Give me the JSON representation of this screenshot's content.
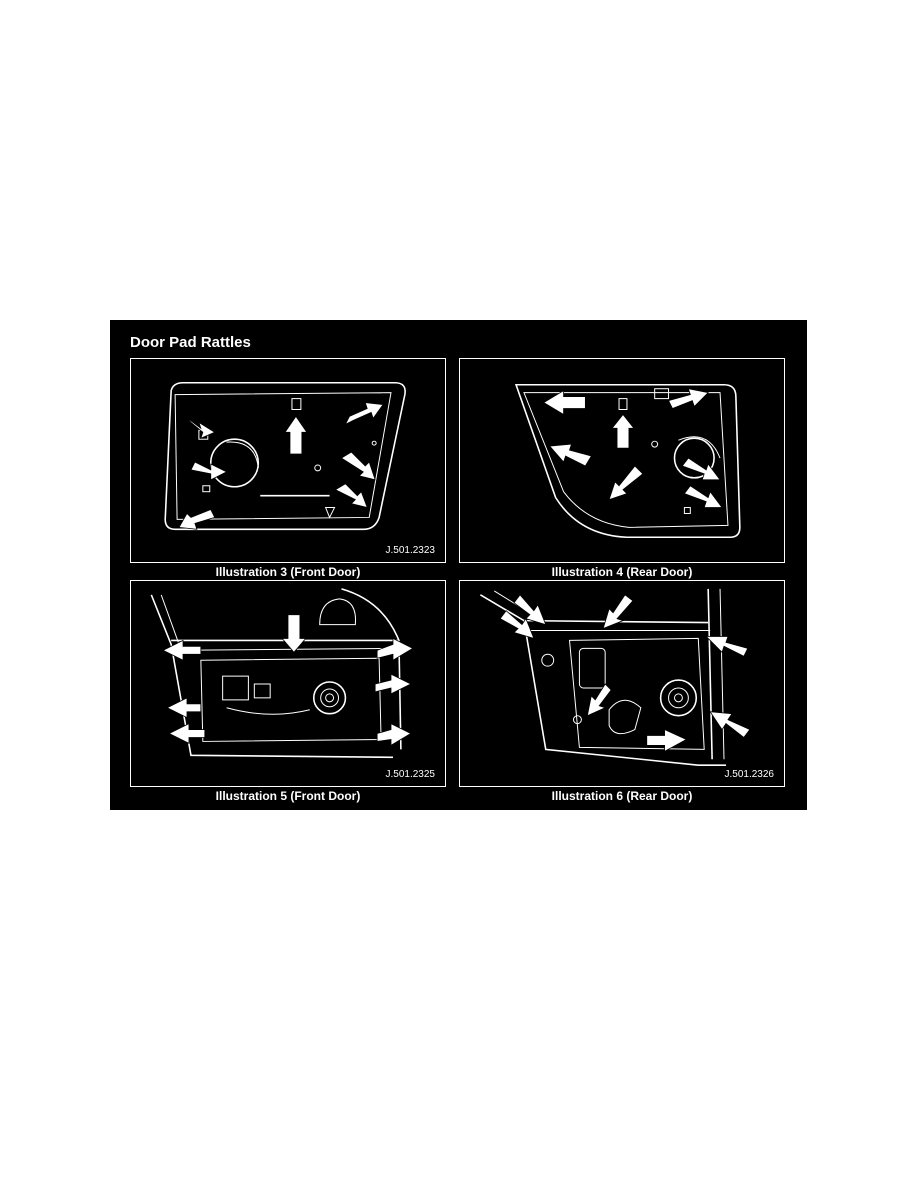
{
  "figure": {
    "title": "Door Pad Rattles",
    "panels": [
      {
        "code": "J.501.2323",
        "caption": "Illustration 3 (Front Door)"
      },
      {
        "code": "",
        "caption": "Illustration 4 (Rear Door)"
      },
      {
        "code": "J.501.2325",
        "caption": "Illustration 5 (Front Door)"
      },
      {
        "code": "J.501.2326",
        "caption": "Illustration 6 (Rear Door)"
      }
    ]
  },
  "colors": {
    "background": "#000000",
    "line": "#ffffff",
    "page": "#ffffff"
  }
}
